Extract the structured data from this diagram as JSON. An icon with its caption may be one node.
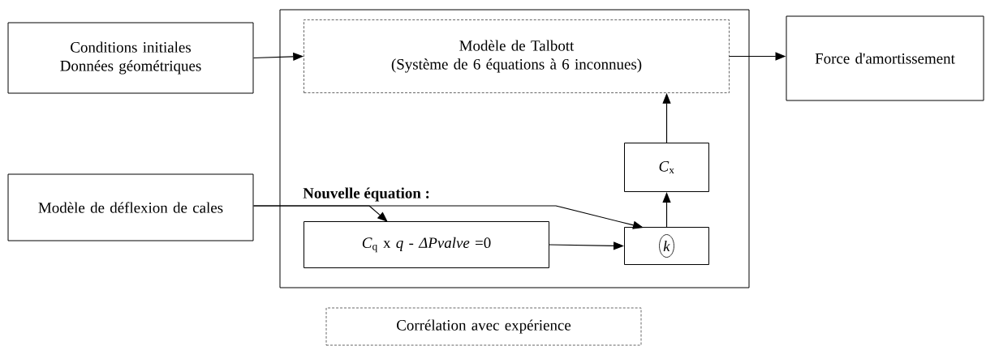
{
  "diagram": {
    "nodes": [
      {
        "text": [
          "Conditions initiales",
          "Données géométriques"
        ]
      },
      {
        "text": [],
        "shape": "box"
      },
      {
        "text": [
          "Modèle de Talbott",
          "(Système de 6 équations à 6 inconnues)"
        ],
        "in": 1
      },
      {
        "text": [
          "Force d'amortissement"
        ]
      },
      {
        "text": [
          "*C*$_{x}$"
        ],
        "in": 1
      },
      {
        "text": [
          "Modèle de déflexion de cales"
        ]
      },
      {
        "text": [
          "*C*$_{q}$ x *q* - *ΔPvalve* =0"
        ],
        "in": 1
      },
      {
        "text": [
          "*k*"
        ],
        "in": 1
      },
      {
        "text": [
          "Corrélation avec expérience"
        ]
      }
    ],
    "edges": [
      {
        "from": 0,
        "to": 2,
        "arrow": "to"
      },
      {
        "from": 2,
        "to": 3,
        "arrow": "to"
      },
      {
        "from": 4,
        "to": 2,
        "arrow": "to"
      },
      {
        "from": 7,
        "to": 4,
        "arrow": "to"
      },
      {
        "from": 6,
        "to": 7,
        "arrow": "to"
      },
      {
        "from": 5,
        "to": 6,
        "arrow": "to"
      },
      {
        "from": 5,
        "to": 7,
        "arrow": "to"
      }
    ],
    "labels": [
      "Nouvelle équation :"
    ]
  }
}
